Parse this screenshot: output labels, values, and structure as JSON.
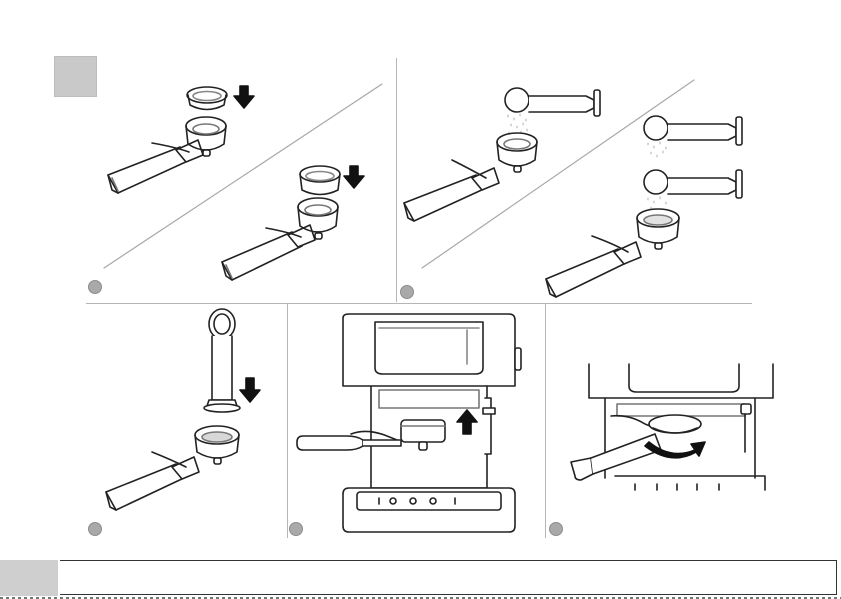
{
  "step": {
    "number": ""
  },
  "panels": [
    {
      "id": "a",
      "badge": ""
    },
    {
      "id": "b",
      "badge": ""
    },
    {
      "id": "c",
      "badge": ""
    },
    {
      "id": "d",
      "badge": ""
    },
    {
      "id": "e",
      "badge": ""
    }
  ],
  "footer": {
    "page_number": "",
    "caption": ""
  },
  "colors": {
    "line": "#222222",
    "grey": "#c9c9c9",
    "divider": "#b5b5b5"
  }
}
